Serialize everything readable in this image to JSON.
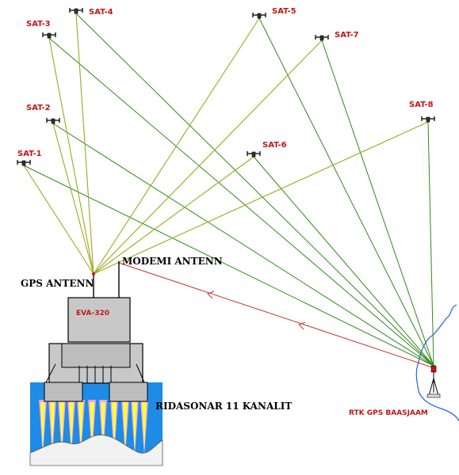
{
  "satellites": [
    {
      "label": "SAT-1"
    },
    {
      "label": "SAT-2"
    },
    {
      "label": "SAT-3"
    },
    {
      "label": "SAT-4"
    },
    {
      "label": "SAT-5"
    },
    {
      "label": "SAT-6"
    },
    {
      "label": "SAT-7"
    },
    {
      "label": "SAT-8"
    }
  ],
  "labels": {
    "gps_antenna": "GPS ANTENN",
    "modem_antenna": "MODEMI ANTENN",
    "device_model": "EVA-320",
    "sonar": "RIDASONAR 11 KANALIT",
    "base_station": "RTK GPS BAASJAAM"
  },
  "colors": {
    "signal_to_gps": "#9aab1e",
    "signal_to_base": "#2f8a1a",
    "correction_link": "#c83232",
    "water": "#1e8ce6",
    "seabed": "#f2f2f2",
    "beam_outer": "#f0a0f0",
    "beam_inner": "#ffff3c",
    "hull": "#c8c8c8",
    "shoreline": "#2860e0"
  }
}
